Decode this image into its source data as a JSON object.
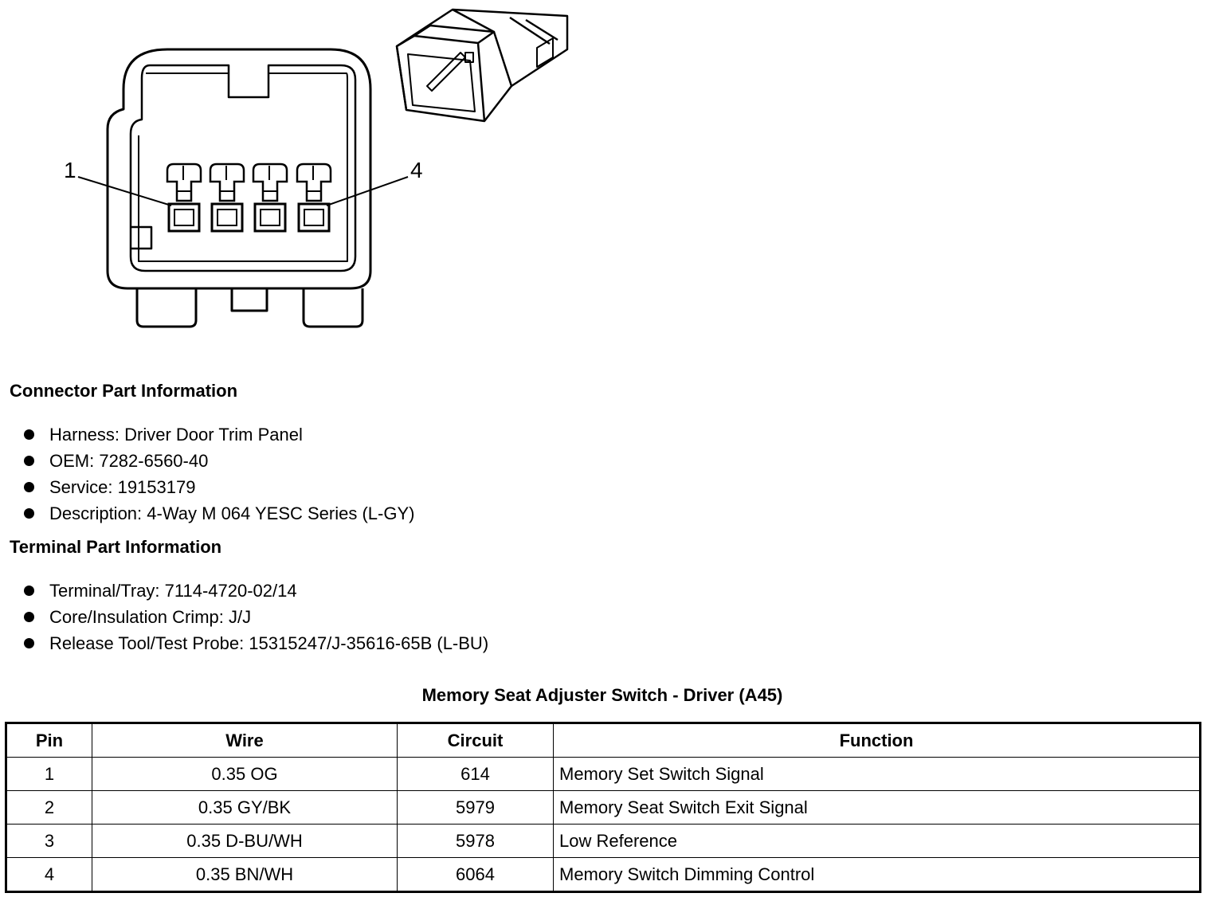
{
  "pin_callouts": {
    "left": "1",
    "right": "4"
  },
  "connector_info": {
    "title": "Connector Part Information",
    "items": [
      "Harness: Driver Door Trim Panel",
      "OEM: 7282-6560-40",
      "Service: 19153179",
      "Description: 4-Way M 064 YESC Series (L-GY)"
    ]
  },
  "terminal_info": {
    "title": "Terminal Part Information",
    "items": [
      "Terminal/Tray: 7114-4720-02/14",
      "Core/Insulation Crimp: J/J",
      "Release Tool/Test Probe: 15315247/J-35616-65B (L-BU)"
    ]
  },
  "table": {
    "title": "Memory Seat Adjuster Switch - Driver (A45)",
    "headers": [
      "Pin",
      "Wire",
      "Circuit",
      "Function"
    ],
    "rows": [
      [
        "1",
        "0.35 OG",
        "614",
        "Memory Set Switch Signal"
      ],
      [
        "2",
        "0.35 GY/BK",
        "5979",
        "Memory Seat Switch Exit Signal"
      ],
      [
        "3",
        "0.35 D-BU/WH",
        "5978",
        "Low Reference"
      ],
      [
        "4",
        "0.35 BN/WH",
        "6064",
        "Memory Switch Dimming Control"
      ]
    ]
  }
}
